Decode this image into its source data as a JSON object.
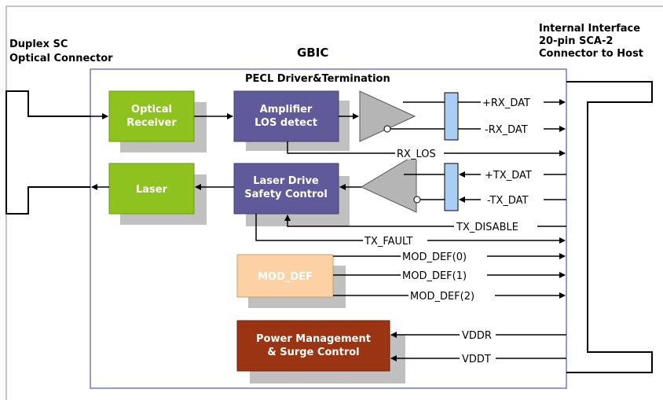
{
  "title": "GBIC",
  "labels": {
    "optical_connector": [
      "Duplex SC",
      "Optical Connector"
    ],
    "host_interface": [
      "Internal Interface",
      "20-pin SCA-2",
      "Connector to Host"
    ],
    "pecl": "PECL Driver&Termination"
  },
  "blocks": {
    "optical_receiver": [
      "Optical",
      "Receiver"
    ],
    "amplifier": [
      "Amplifier",
      "LOS detect"
    ],
    "laser": "Laser",
    "laser_drive": [
      "Laser Drive",
      "Safety Control"
    ],
    "mod_def": "MOD_DEF",
    "power": [
      "Power Management",
      "& Surge Control"
    ]
  },
  "signals": {
    "rx_dat_p": "+RX_DAT",
    "rx_dat_n": "-RX_DAT",
    "rx_los": "RX_LOS",
    "tx_dat_p": "+TX_DAT",
    "tx_dat_n": "-TX_DAT",
    "tx_disable": "TX_DISABLE",
    "tx_fault": "TX_FAULT",
    "mod_def0": "MOD_DEF(0)",
    "mod_def1": "MOD_DEF(1)",
    "mod_def2": "MOD_DEF(2)",
    "vddr": "VDDR",
    "vddt": "VDDT"
  },
  "colors": {
    "green_block": "#8dc21f",
    "purple_block": "#605a9a",
    "peach_block": "#fcd1a4",
    "brown_block": "#9a3412",
    "shadow": "#c0c0c0",
    "buffer": "#a9cdf5",
    "triangle": "#b5b5b5",
    "border": "#3333aa"
  }
}
